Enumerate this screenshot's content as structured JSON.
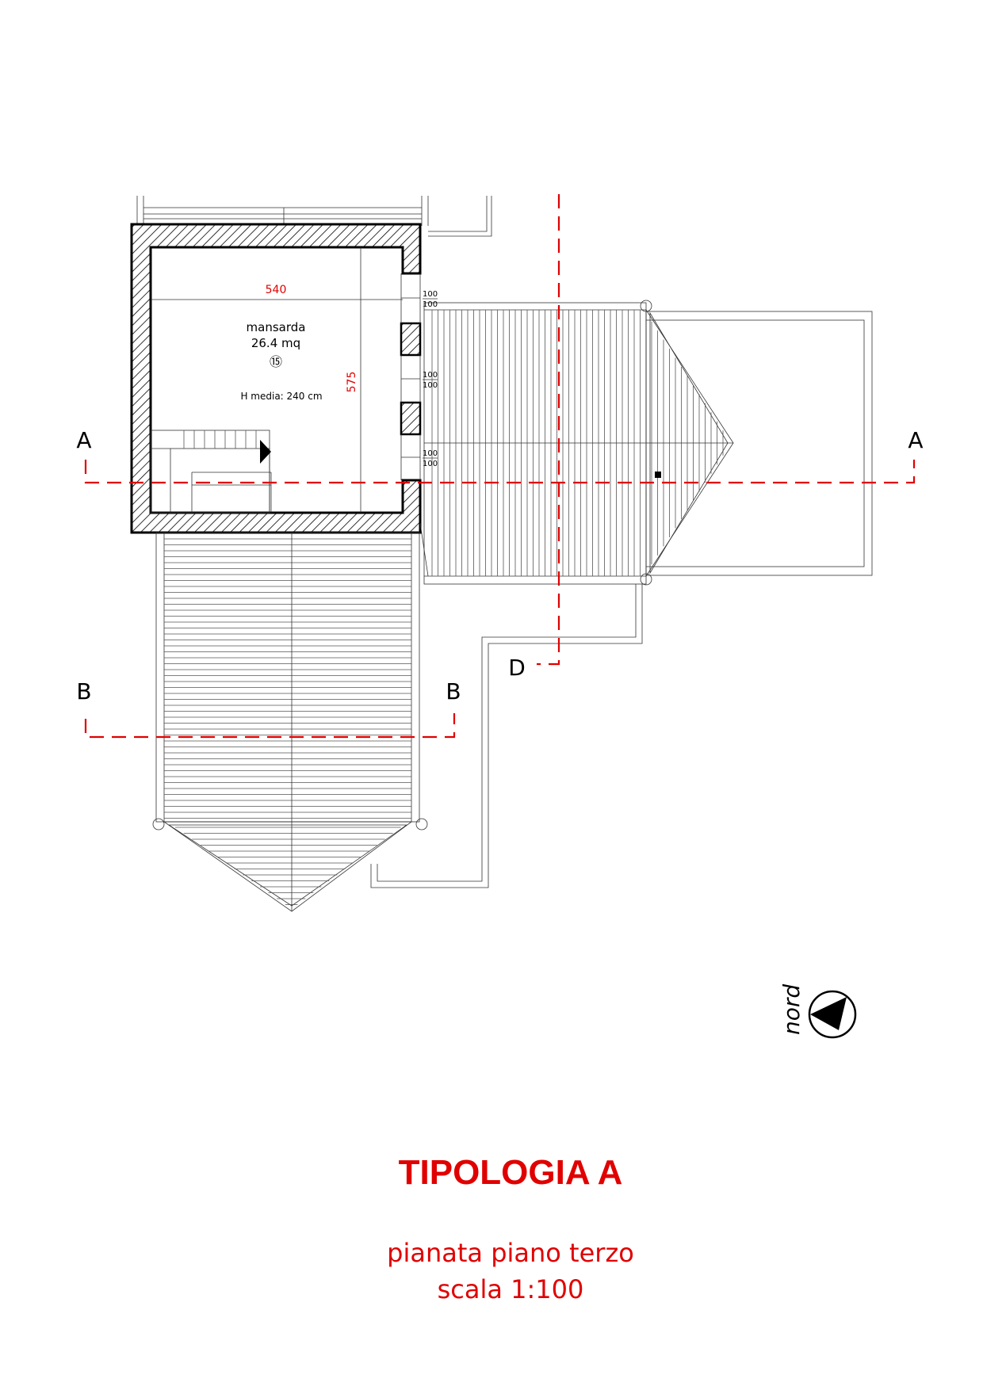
{
  "room": {
    "name": "mansarda",
    "area": "26.4 mq",
    "number": "⑮",
    "height_note": "H media: 240 cm",
    "dim_width": "540",
    "dim_depth": "575"
  },
  "window_dims": {
    "w1_top": "100",
    "w1_bottom": "100",
    "w2_top": "100",
    "w2_bottom": "100",
    "w3_top": "100",
    "w3_bottom": "100"
  },
  "sections": {
    "a_left": "A",
    "a_right": "A",
    "b_left": "B",
    "b_right": "B",
    "d": "D"
  },
  "title": {
    "main": "TIPOLOGIA A",
    "sub": "pianata piano terzo",
    "scale": "scala 1:100"
  },
  "north": {
    "label": "nord"
  },
  "colors": {
    "accent": "#e00000",
    "line": "#222222"
  }
}
